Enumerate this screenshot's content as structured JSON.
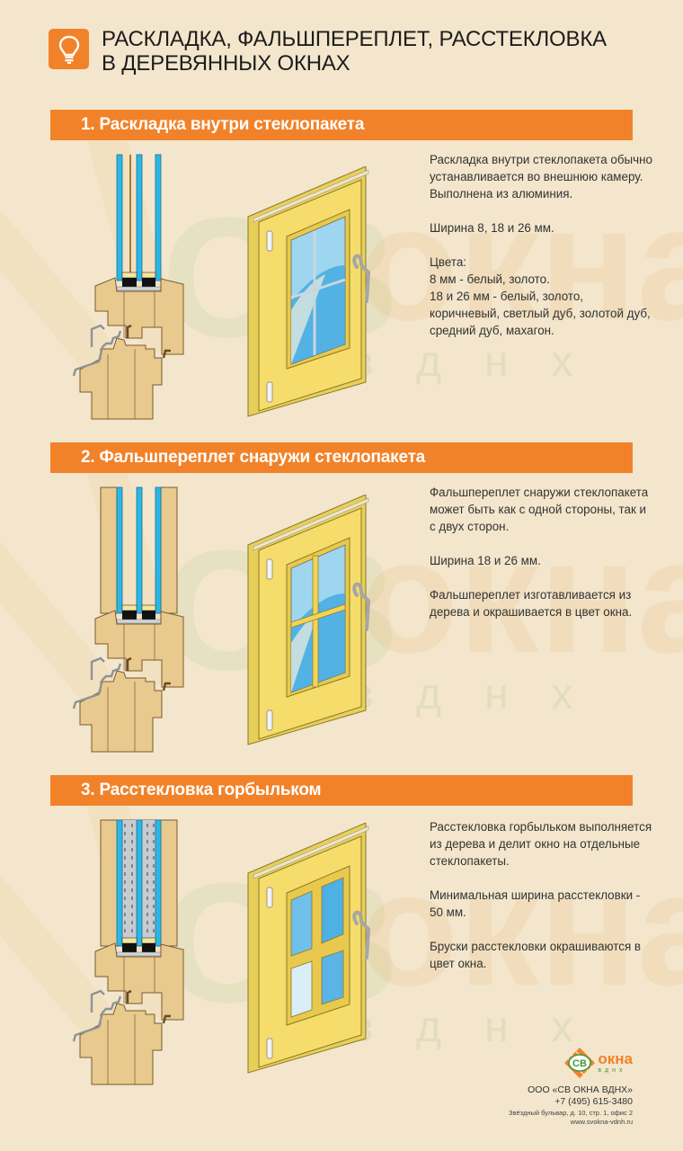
{
  "header": {
    "icon": "lightbulb-icon",
    "title_line1": "РАСКЛАДКА, ФАЛЬШПЕРЕПЛЕТ, РАССТЕКЛОВКА",
    "title_line2": "В ДЕРЕВЯННЫХ ОКНАХ"
  },
  "colors": {
    "accent": "#f28229",
    "background": "#f3e6cc",
    "glass": "#2bb7e6",
    "wood": "#e8c98e",
    "frame_yellow": "#f6dc6a",
    "brand_green": "#3d9a3a"
  },
  "sections": [
    {
      "heading": "1. Раскладка внутри стеклопакета",
      "paragraphs": [
        "Раскладка внутри стеклопакета обычно устанавливается во внешнюю камеру. Выполнена из алюминия.",
        "Ширина 8, 18 и 26 мм."
      ],
      "colors_label": "Цвета:",
      "colors_lines": [
        "8 мм - белый, золото.",
        "18 и 26 мм - белый, золото, коричневый, светлый дуб, золотой дуб, средний дуб, махагон."
      ]
    },
    {
      "heading": "2. Фальшпереплет снаружи стеклопакета",
      "paragraphs": [
        "Фальшпереплет снаружи стеклопакета может быть как с одной стороны, так и с двух сторон.",
        "Ширина 18 и 26 мм.",
        "Фальшпереплет изготавливается из дерева и окрашивается в цвет окна."
      ]
    },
    {
      "heading": "3. Расстекловка горбыльком",
      "paragraphs": [
        "Расстекловка горбыльком выполняется из дерева и делит окно на отдельные стеклопакеты.",
        "Минимальная ширина расстекловки - 50 мм.",
        "Бруски расстекловки окрашиваются в цвет окна."
      ]
    }
  ],
  "watermark": {
    "left": "СВ",
    "right": "окна",
    "sub": "вднх"
  },
  "footer": {
    "logo_mark": "СВ",
    "logo_name": "окна",
    "logo_sub": "вднх",
    "company": "ООО «СВ ОКНА ВДНХ»",
    "phone": "+7 (495) 615-3480",
    "address": "Звёздный бульвар, д. 10, стр. 1, офис 2",
    "website": "www.svokna-vdnh.ru"
  }
}
